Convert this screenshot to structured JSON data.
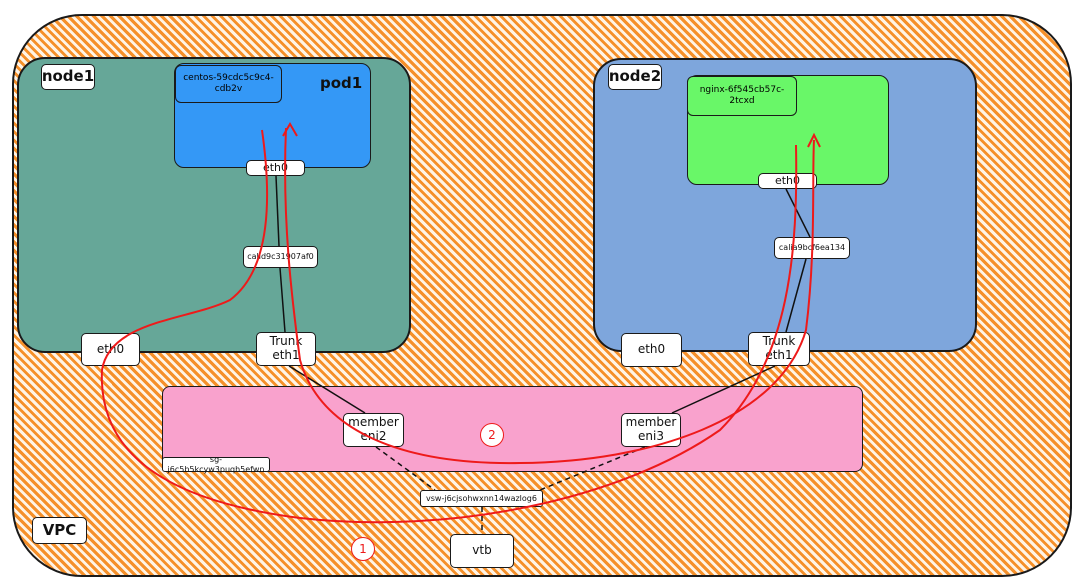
{
  "vpc": {
    "label": "VPC"
  },
  "node1": {
    "label": "node1",
    "pod": {
      "label": "pod1",
      "name": "centos-59cdc5c9c4-\ncdb2v",
      "eth": "eth0"
    },
    "cali": "calid9c31907af0",
    "eth0": "eth0",
    "trunk": "Trunk\neth1"
  },
  "node2": {
    "label": "node2",
    "pod": {
      "name": "nginx-6f545cb57c-\n2tcxd",
      "eth": "eth0"
    },
    "cali": "calia9bcf6ea134",
    "eth0": "eth0",
    "trunk": "Trunk\neth1"
  },
  "security_group": {
    "id": "sg-j6c5b5kcyw3puqh5efwn",
    "member1": "member\neni2",
    "member2": "member\neni3"
  },
  "vswitch": "vsw-j6cjsohwxnn14wazlog6",
  "vtb": "vtb",
  "paths": [
    {
      "label": "1"
    },
    {
      "label": "2"
    }
  ],
  "colors": {
    "vpc": "#f5902a",
    "node1": "#66a798",
    "node2": "#7ea6dc",
    "pod1": "#3498f6",
    "pod2": "#69f768",
    "security_group": "#f9a2cd",
    "path": "#ee1a1a"
  }
}
